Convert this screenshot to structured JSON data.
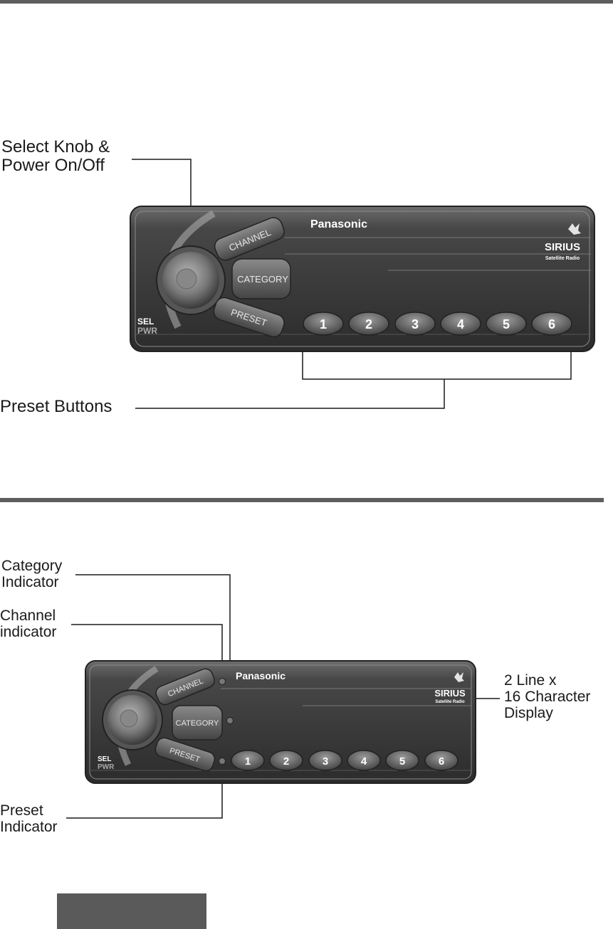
{
  "top_figure": {
    "brand": "Panasonic",
    "sirius_logo": "SIRIUS",
    "sirius_sub": "Satellite Radio",
    "buttons": {
      "channel": "CHANNEL",
      "category": "CATEGORY",
      "preset": "PRESET"
    },
    "sel": "SEL",
    "pwr": "PWR",
    "presets": [
      "1",
      "2",
      "3",
      "4",
      "5",
      "6"
    ],
    "labels": {
      "select_knob_line1": "Select Knob &",
      "select_knob_line2": "Power On/Off",
      "preset_buttons": "Preset Buttons"
    }
  },
  "bottom_figure": {
    "brand": "Panasonic",
    "sirius_logo": "SIRIUS",
    "sirius_sub": "Satellite Radio",
    "buttons": {
      "channel": "CHANNEL",
      "category": "CATEGORY",
      "preset": "PRESET"
    },
    "sel": "SEL",
    "pwr": "PWR",
    "presets": [
      "1",
      "2",
      "3",
      "4",
      "5",
      "6"
    ],
    "labels": {
      "category_indicator_line1": "Category",
      "category_indicator_line2": "Indicator",
      "channel_indicator_line1": "Channel",
      "channel_indicator_line2": "indicator",
      "preset_indicator_line1": "Preset",
      "preset_indicator_line2": "Indicator",
      "display_line1": "2 Line x",
      "display_line2": "16 Character",
      "display_line3": "Display"
    }
  }
}
